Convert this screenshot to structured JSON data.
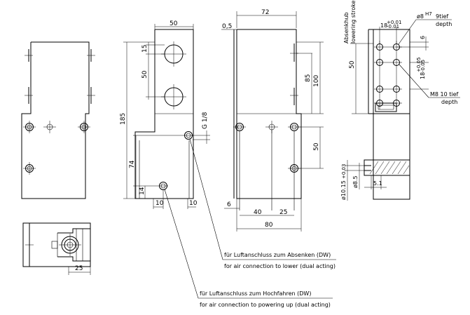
{
  "drawing": {
    "view2": {
      "dim_top": "50",
      "dim_15": "15",
      "dim_50": "50",
      "dim_185": "185",
      "dim_74": "74",
      "dim_14": "14",
      "dim_10a": "10",
      "dim_10b": "10",
      "thread": "G 1/8"
    },
    "view3": {
      "dim_72": "72",
      "dim_05": "0,5",
      "dim_85": "85",
      "dim_100": "100",
      "dim_50": "50",
      "dim_6": "6",
      "dim_40": "40",
      "dim_25": "25",
      "dim_80": "80"
    },
    "view4": {
      "stroke_label_de": "Absenkhub",
      "stroke_label_en": "lowering stroke",
      "dim_50": "50",
      "tol_18": "18",
      "tol_18_up": "+0.01",
      "tol_18_lo": "-0.01",
      "bore": "ø8",
      "bore_fit": "H7",
      "bore_depth_de": "9tief",
      "bore_depth_en": "depth",
      "dim_6": "6",
      "tol2_18": "18",
      "tol2_up": "+0.05",
      "tol2_lo": "-0.05",
      "thread_de": "M8 10 tief",
      "thread_en": "depth",
      "dia_1015": "ø10.15",
      "dia_1015_tol": "+0.03",
      "dia_85": "ø8.5",
      "dim_51": "5.1"
    },
    "view5": {
      "dim_25": "25"
    },
    "callouts": {
      "lower_de": "für Luftanschluss zum Absenken (DW)",
      "lower_en": "for air connection to lower (dual acting)",
      "up_de": "für Luftanschluss zum Hochfahren (DW)",
      "up_en": "for air connection to powering up (dual acting)"
    }
  }
}
